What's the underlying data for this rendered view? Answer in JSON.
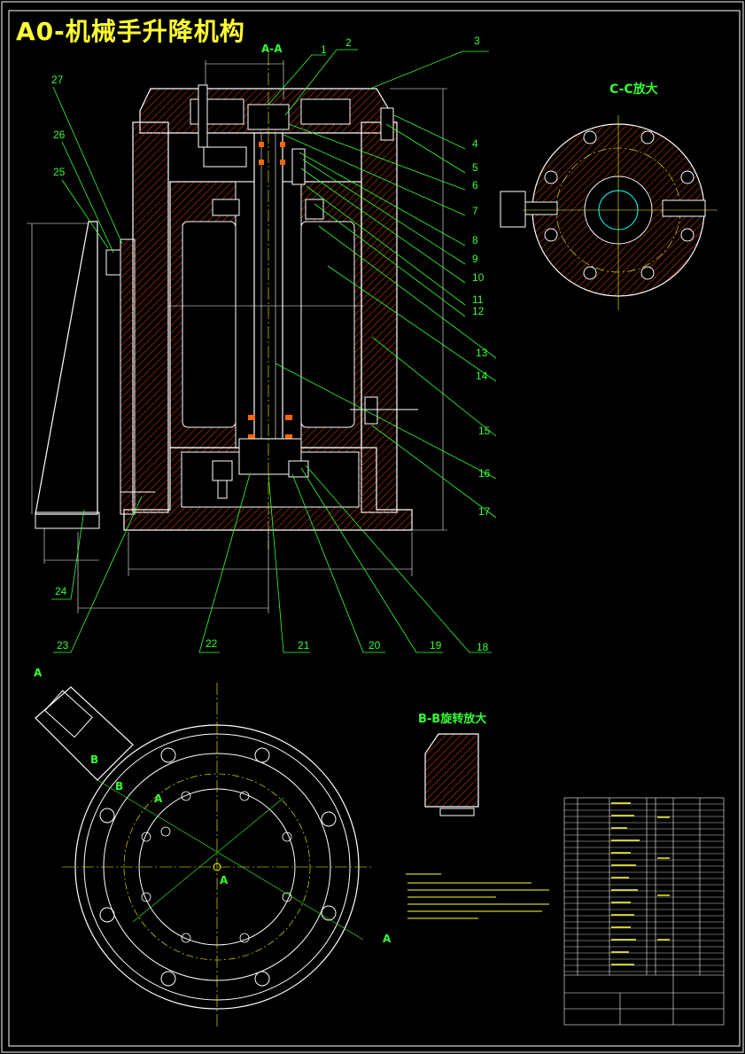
{
  "title": "A0-机械手升降机构",
  "views": {
    "section_aa": "A-A",
    "detail_cc": "C-C放大",
    "detail_bb": "B-B旋转放大",
    "mark_a": "A",
    "mark_b": "B"
  },
  "part_numbers": [
    "1",
    "2",
    "3",
    "4",
    "5",
    "6",
    "7",
    "8",
    "9",
    "10",
    "11",
    "12",
    "13",
    "14",
    "15",
    "16",
    "17",
    "18",
    "19",
    "20",
    "21",
    "22",
    "23",
    "24",
    "25",
    "26",
    "27"
  ],
  "colors": {
    "background": "#000000",
    "outline": "#ffffff",
    "leader": "#33ff33",
    "title": "#ffff33",
    "hatch": "#cc3300",
    "centerline": "#ffff00",
    "accent": "#00ffff"
  }
}
